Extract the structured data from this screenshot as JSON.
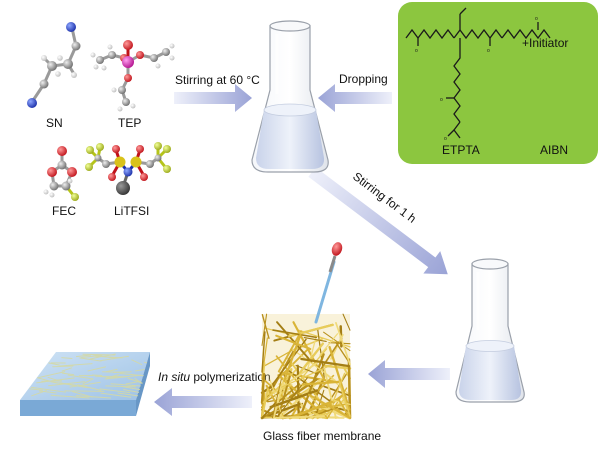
{
  "molecules": [
    {
      "id": "sn",
      "label": "SN"
    },
    {
      "id": "tep",
      "label": "TEP"
    },
    {
      "id": "fec",
      "label": "FEC"
    },
    {
      "id": "litfsi",
      "label": "LiTFSI"
    }
  ],
  "steps": {
    "stir_60": "Stirring at 60 °C",
    "dropping": "Dropping",
    "stir_1h": "Stirring for 1 h",
    "in_situ_italic": "In situ",
    "in_situ_rest": " polymerization"
  },
  "box": {
    "initiator": "+Initiator",
    "monomer": "ETPTA",
    "initiator_name": "AIBN",
    "color": "#8cc63f"
  },
  "membrane_label": "Glass fiber membrane",
  "colors": {
    "arrow": "#a7aed8",
    "fiber": "#c9a227",
    "liquid": "#dde4f2",
    "film": "#aacbe8"
  }
}
